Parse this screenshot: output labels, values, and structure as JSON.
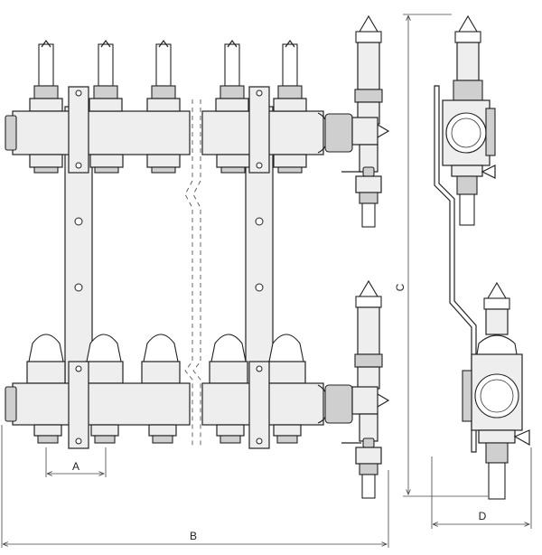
{
  "labels": {
    "A": "A",
    "B": "B",
    "C": "C",
    "D": "D"
  },
  "components": {
    "top_outlets": 5,
    "bottom_outlets": 5
  }
}
